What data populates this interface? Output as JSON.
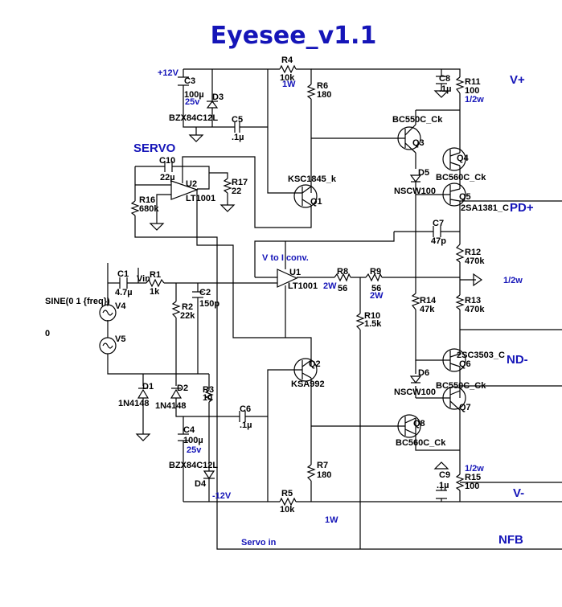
{
  "title": "Eyesee_v1.1",
  "rails": {
    "pos": "+12V",
    "neg": "-12V"
  },
  "sections": {
    "servo": "SERVO",
    "vtoi": "V to I conv.",
    "servo_in": "Servo in"
  },
  "ports": {
    "vplus": "V+",
    "pd": "PD+",
    "nd": "ND-",
    "vminus": "V-",
    "nfb": "NFB",
    "vin": "Vin"
  },
  "power_notes": {
    "half_w_r12": "1/2w",
    "half_w_r11": "1/2w",
    "half_w_r15": "1/2w",
    "w1_r4": "1W",
    "w1_r5": "1W",
    "w2_r8": "2W",
    "w2_r9": "2W",
    "c3_v": "25v",
    "c4_v": "25v"
  },
  "source": {
    "sine": "SINE(0 1 {freq})",
    "zero": "0",
    "v4": "V4",
    "v5": "V5"
  },
  "components": {
    "C1": [
      "C1",
      "4.7µ"
    ],
    "R1": [
      "R1",
      "1k"
    ],
    "R2": [
      "R2",
      "22k"
    ],
    "C2": [
      "C2",
      "150p"
    ],
    "D1": [
      "D1",
      "1N4148"
    ],
    "D2": [
      "D2",
      "1N4148"
    ],
    "R3": [
      "R3",
      "10"
    ],
    "C3": [
      "C3",
      "100µ"
    ],
    "D3": [
      "D3",
      "BZX84C12L"
    ],
    "C5": [
      "C5",
      ".1µ"
    ],
    "C4": [
      "C4",
      "100µ"
    ],
    "D4": [
      "D4",
      "BZX84C12L"
    ],
    "C6": [
      "C6",
      ".1µ"
    ],
    "C10": [
      "C10",
      "22µ"
    ],
    "U2": [
      "U2",
      "LT1001"
    ],
    "R16": [
      "R16",
      "680k"
    ],
    "R17": [
      "R17",
      "22"
    ],
    "U1": [
      "U1",
      "LT1001"
    ],
    "R8": [
      "R8",
      "56"
    ],
    "R9": [
      "R9",
      "56"
    ],
    "R10": [
      "R10",
      "1.5k"
    ],
    "R4": [
      "R4",
      "10k"
    ],
    "R6": [
      "R6",
      "180"
    ],
    "Q1": [
      "Q1",
      "KSC1845_k"
    ],
    "R5": [
      "R5",
      "10k"
    ],
    "R7": [
      "R7",
      "180"
    ],
    "Q2": [
      "Q2",
      "KSA992"
    ],
    "C8": [
      "C8",
      ".1µ"
    ],
    "R11": [
      "R11",
      "100"
    ],
    "Q3": [
      "Q3",
      "BC550C_Ck"
    ],
    "Q4": [
      "Q4",
      "BC560C_Ck"
    ],
    "D5": [
      "D5",
      "NSCW100"
    ],
    "Q5": [
      "Q5",
      "2SA1381_C"
    ],
    "C7": [
      "C7",
      "47p"
    ],
    "R12": [
      "R12",
      "470k"
    ],
    "R13": [
      "R13",
      "470k"
    ],
    "R14": [
      "R14",
      "47k"
    ],
    "Q6": [
      "Q6",
      "2SC3503_C"
    ],
    "D6": [
      "D6",
      "NSCW100"
    ],
    "Q7": [
      "Q7",
      "BC550C_Ck"
    ],
    "Q8": [
      "Q8",
      "BC560C_Ck"
    ],
    "C9": [
      "C9",
      ".1µ"
    ],
    "R15": [
      "R15",
      "100"
    ]
  }
}
